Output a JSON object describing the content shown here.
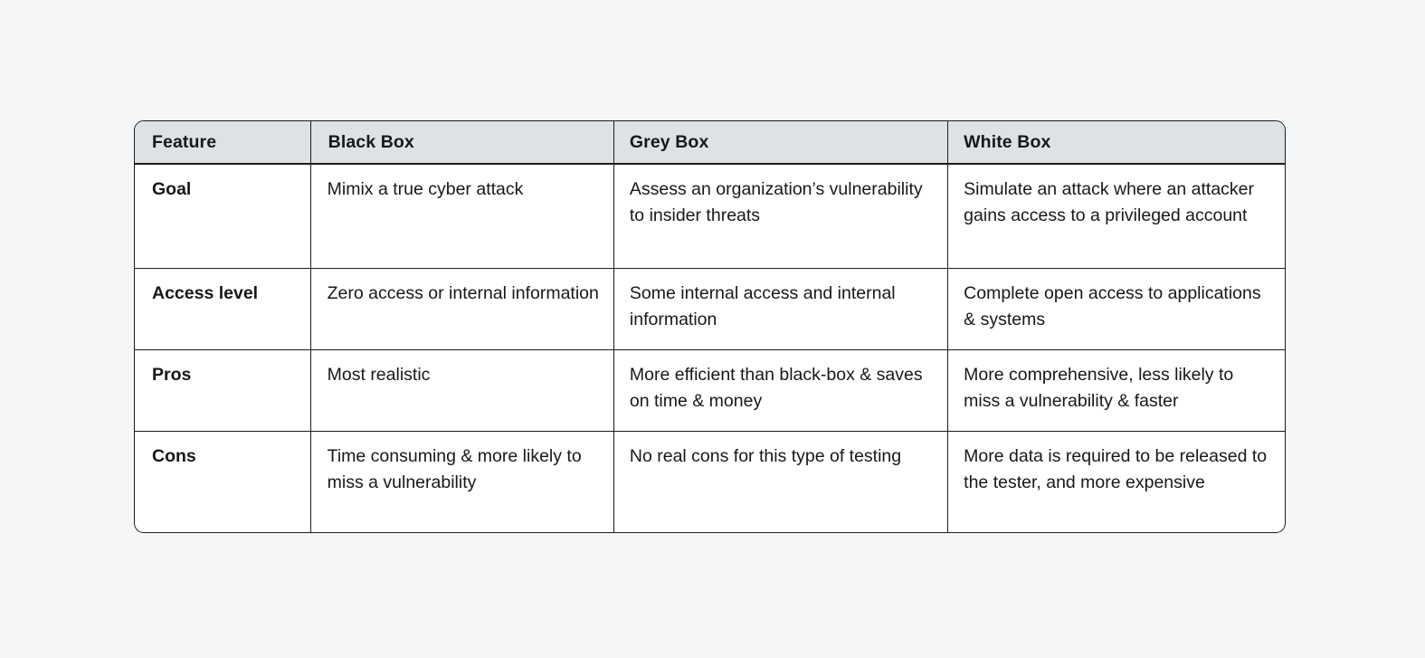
{
  "background_color": "#f5f6f8",
  "table": {
    "border_color": "#1c1c1c",
    "header_background": "#dfe2e5",
    "text_color": "#17181a",
    "columns": [
      {
        "key": "feature",
        "label": "Feature"
      },
      {
        "key": "black_box",
        "label": "Black Box"
      },
      {
        "key": "grey_box",
        "label": "Grey Box"
      },
      {
        "key": "white_box",
        "label": "White Box"
      }
    ],
    "rows": [
      {
        "feature": "Goal",
        "black_box": "Mimix a true cyber attack",
        "grey_box": "Assess an organization’s vulnerability to insider threats",
        "white_box": "Simulate an attack where an attacker gains access to a privileged account"
      },
      {
        "feature": "Access level",
        "black_box": "Zero access or internal information",
        "grey_box": "Some internal access and internal information",
        "white_box": "Complete open access to applications & systems"
      },
      {
        "feature": "Pros",
        "black_box": "Most realistic",
        "grey_box": "More efficient than black-box & saves on time & money",
        "white_box": "More comprehensive, less likely to miss a vulnerability & faster"
      },
      {
        "feature": "Cons",
        "black_box": "Time consuming & more likely to miss a vulnerability",
        "grey_box": "No real cons for this type of testing",
        "white_box": "More data is required to be released to the tester, and more expensive"
      }
    ]
  }
}
